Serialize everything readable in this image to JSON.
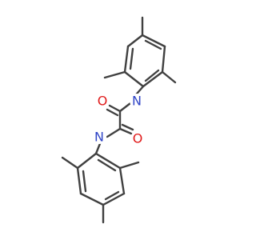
{
  "molecule": {
    "atoms": {
      "o1": {
        "label": "O",
        "color": "#e01a1a"
      },
      "o2": {
        "label": "O",
        "color": "#e01a1a"
      },
      "n1": {
        "label": "N",
        "color": "#2f44c6"
      },
      "n2": {
        "label": "N",
        "color": "#2f44c6"
      }
    },
    "bond_color": "#404040"
  }
}
